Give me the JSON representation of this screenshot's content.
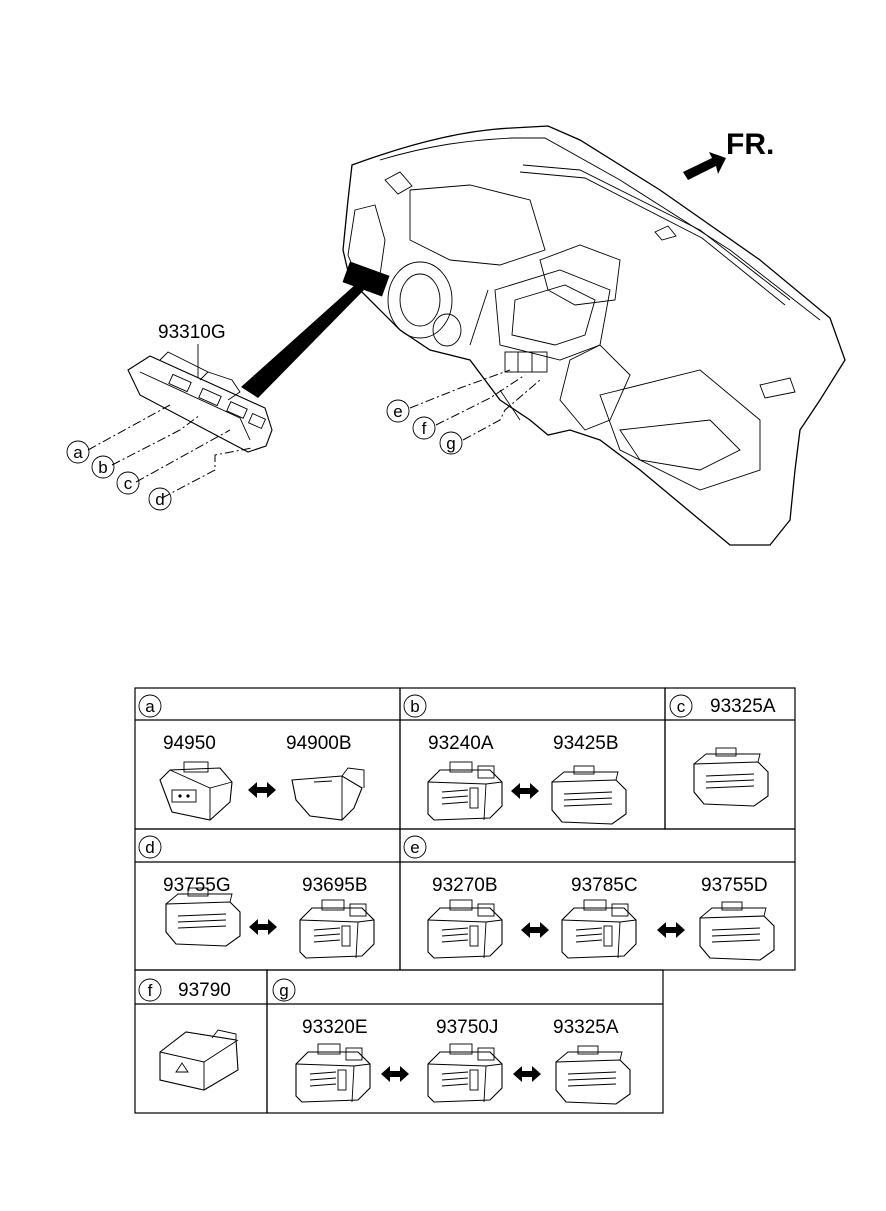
{
  "direction_label": "FR.",
  "main_part": "93310G",
  "overview_callouts": [
    "a",
    "b",
    "c",
    "d",
    "e",
    "f",
    "g"
  ],
  "table": {
    "cells": {
      "a": {
        "letter": "a",
        "parts": [
          "94950",
          "94900B"
        ]
      },
      "b": {
        "letter": "b",
        "parts": [
          "93240A",
          "93425B"
        ]
      },
      "c": {
        "letter": "c",
        "parts": [
          "93325A"
        ]
      },
      "d": {
        "letter": "d",
        "parts": [
          "93755G",
          "93695B"
        ]
      },
      "e": {
        "letter": "e",
        "parts": [
          "93270B",
          "93785C",
          "93755D"
        ]
      },
      "f": {
        "letter": "f",
        "parts": [
          "93790"
        ]
      },
      "g": {
        "letter": "g",
        "parts": [
          "93320E",
          "93750J",
          "93325A"
        ]
      }
    }
  },
  "icons": [
    "switch-module-icon",
    "double-arrow-icon",
    "direction-arrow-icon",
    "dashboard-icon"
  ]
}
